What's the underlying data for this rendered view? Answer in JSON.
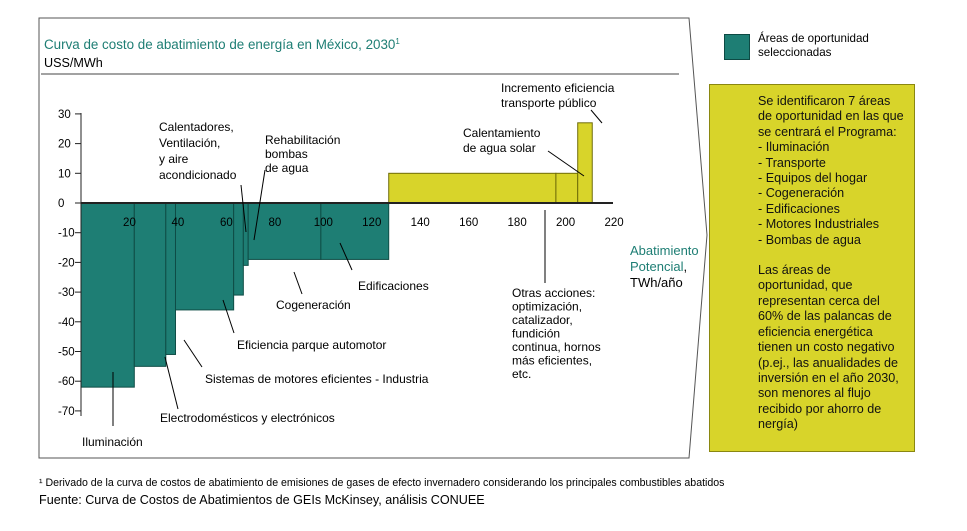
{
  "chart_data": {
    "type": "bar",
    "subtype": "marginal-abatement-cost-curve",
    "title": "Curva de costo de abatimiento de energía en México, 2030",
    "title_footnote_mark": "1",
    "ylabel": "USS/MWh",
    "xlabel": [
      "Abatimiento",
      "Potencial",
      ", ",
      "TWh/año"
    ],
    "xlim": [
      0,
      220
    ],
    "ylim": [
      -70,
      30
    ],
    "x_ticks": [
      20,
      40,
      60,
      80,
      100,
      120,
      140,
      160,
      180,
      200,
      220
    ],
    "y_ticks": [
      30,
      20,
      10,
      0,
      -10,
      -20,
      -30,
      -40,
      -50,
      -60,
      -70
    ],
    "grid": false,
    "colors": {
      "negative": "#1e7e74",
      "positive": "#d8d42a",
      "accent_text": "#1e7e74"
    },
    "bars": [
      {
        "label": "Iluminación",
        "x_start": 0,
        "x_end": 22,
        "value": -62
      },
      {
        "label": "Electrodomésticos y electrónicos",
        "x_start": 22,
        "x_end": 35,
        "value": -55
      },
      {
        "label": "Sistemas de motores eficientes - Industria",
        "x_start": 35,
        "x_end": 39,
        "value": -51
      },
      {
        "label": "Eficiencia parque automotor",
        "x_start": 39,
        "x_end": 63,
        "value": -36
      },
      {
        "label": "Calentadores, Ventilación, y aire acondicionado",
        "x_start": 63,
        "x_end": 67,
        "value": -31
      },
      {
        "label": "Rehabilitación bombas de agua",
        "x_start": 67,
        "x_end": 69,
        "value": -21
      },
      {
        "label": "Cogeneración",
        "x_start": 69,
        "x_end": 99,
        "value": -19
      },
      {
        "label": "Edificaciones",
        "x_start": 99,
        "x_end": 127,
        "value": -19
      },
      {
        "label": "Otras acciones: optimización, catalizador, fundición continua, hornos más eficientes, etc.",
        "x_start": 127,
        "x_end": 196,
        "value": 10
      },
      {
        "label": "Calentamiento de agua solar",
        "x_start": 196,
        "x_end": 205,
        "value": 10
      },
      {
        "label": "Incremento eficiencia transporte público",
        "x_start": 205,
        "x_end": 211,
        "value": 27
      }
    ],
    "annotations": [
      {
        "lines": [
          "Calentadores,",
          "Ventilación,",
          "y aire",
          "acondicionado"
        ]
      },
      {
        "lines": [
          "Rehabilitación",
          "bombas",
          "de agua"
        ]
      },
      {
        "lines": [
          "Edificaciones"
        ]
      },
      {
        "lines": [
          "Cogeneración"
        ]
      },
      {
        "lines": [
          "Eficiencia parque automotor"
        ]
      },
      {
        "lines": [
          "Sistemas de motores eficientes - Industria"
        ]
      },
      {
        "lines": [
          "Electrodomésticos y electrónicos"
        ]
      },
      {
        "lines": [
          "Iluminación"
        ]
      },
      {
        "lines": [
          "Otras acciones:",
          "optimización,",
          "catalizador,",
          "fundición",
          "continua, hornos",
          "más eficientes,",
          "etc."
        ]
      },
      {
        "lines": [
          "Calentamiento",
          "de agua solar"
        ]
      },
      {
        "lines": [
          "Incremento eficiencia",
          "transporte público"
        ]
      }
    ]
  },
  "legend": {
    "label_lines": [
      "Áreas de oportunidad",
      "seleccionadas"
    ]
  },
  "callout": {
    "intro": "Se identificaron 7 áreas de oportunidad en las que se centrará el Programa:",
    "items": [
      "- Iluminación",
      "- Transporte",
      "- Equipos del hogar",
      "- Cogeneración",
      "- Edificaciones",
      "- Motores Industriales",
      "- Bombas de agua"
    ],
    "conclusion": "Las áreas de oportunidad, que representan cerca del 60% de las palancas de eficiencia energética tienen un costo negativo (p.ej., las anualidades de inversión en el año 2030, son menores al flujo recibido por ahorro de nergía)"
  },
  "footnote": "¹ Derivado de la curva de costos de abatimiento de emisiones de gases de efecto invernadero considerando los principales combustibles abatidos",
  "source": "Fuente: Curva de Costos de Abatimientos de GEIs McKinsey, análisis CONUEE"
}
